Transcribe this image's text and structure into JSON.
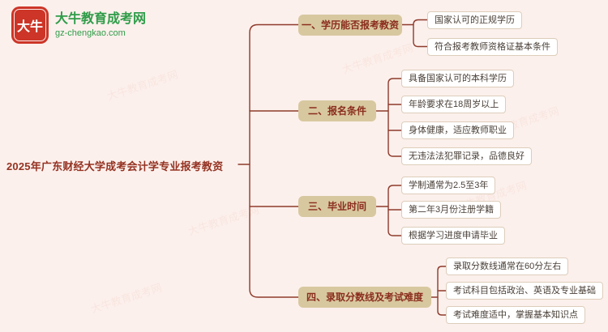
{
  "title": "2025年广东财经大学成考会计学专业报考教资",
  "logo": {
    "icon_text": "大牛",
    "site_name": "大牛教育成考网",
    "site_url": "gz-chengkao.com"
  },
  "watermark": "大牛教育成考网",
  "colors": {
    "background": "#fcf0ec",
    "line": "#8d3a2b",
    "branch_fill": "#d8c8a0",
    "branch_text": "#8a2d1d",
    "leaf_border": "#ddcdbb",
    "leaf_text": "#4a4038",
    "title_text": "#943222",
    "brand_green": "#2f9c49",
    "brand_red": "#cc3527"
  },
  "mindmap": {
    "branches": [
      {
        "label": "一、学历能否报考教资",
        "children": [
          "国家认可的正规学历",
          "符合报考教师资格证基本条件"
        ]
      },
      {
        "label": "二、报名条件",
        "children": [
          "具备国家认可的本科学历",
          "年龄要求在18周岁以上",
          "身体健康，适应教师职业",
          "无违法法犯罪记录，品德良好"
        ]
      },
      {
        "label": "三、毕业时间",
        "children": [
          "学制通常为2.5至3年",
          "第二年3月份注册学籍",
          "根据学习进度申请毕业"
        ]
      },
      {
        "label": "四、录取分数线及考试难度",
        "children": [
          "录取分数线通常在60分左右",
          "考试科目包括政治、英语及专业基础",
          "考试难度适中，掌握基本知识点"
        ]
      }
    ]
  }
}
